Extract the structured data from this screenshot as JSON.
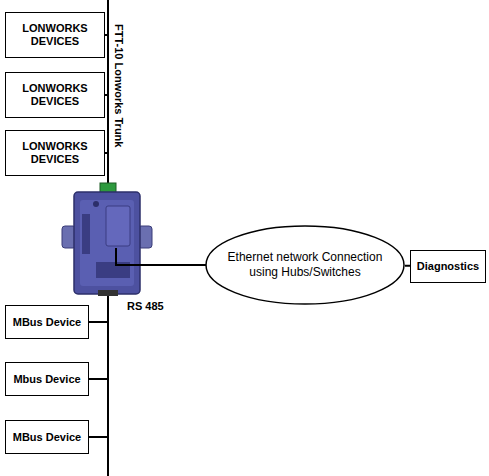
{
  "diagram": {
    "nodes": [
      {
        "text": [
          "LONWORKS DEVICES"
        ]
      },
      {
        "text": [
          "LONWORKS DEVICES"
        ]
      },
      {
        "text": [
          "LONWORKS DEVICES"
        ]
      },
      {
        "text": [
          "Ethernet network Connection using Hubs/Switches"
        ]
      },
      {
        "text": [
          "Diagnostics"
        ]
      },
      {
        "text": [
          "MBus Device"
        ]
      },
      {
        "text": [
          "Mbus Device"
        ]
      },
      {
        "text": [
          "MBus Device"
        ]
      }
    ],
    "edges": [
      {
        "from": 3,
        "to": 4,
        "arrow": "none"
      }
    ],
    "labels": [
      "FTT-10 Lonworks Trunk",
      "RS 485"
    ]
  }
}
